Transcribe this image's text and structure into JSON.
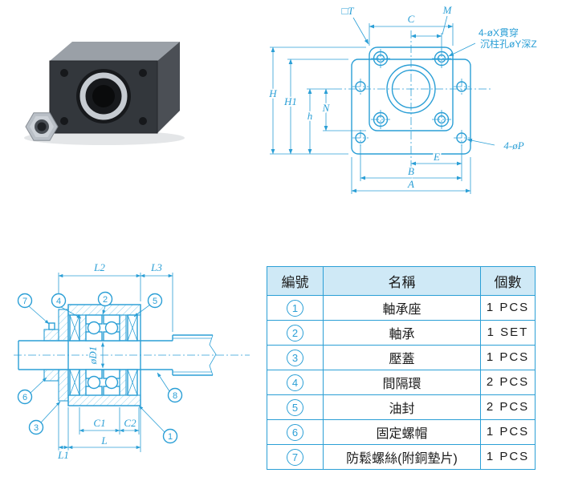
{
  "colors": {
    "drawing_blue": "#2b9fd6",
    "table_header_bg": "#cfe9f6",
    "text_dark": "#1b1b1b"
  },
  "front_view": {
    "dim_C": "C",
    "dim_M": "M",
    "dim_T": "□T",
    "dim_H": "H",
    "dim_H1": "H1",
    "dim_h": "h",
    "dim_N": "N",
    "dim_E": "E",
    "dim_B": "B",
    "dim_A": "A",
    "dim_P": "4-øP",
    "note_line1": "4-øX貫穿",
    "note_line2": "沉柱孔øY深Z"
  },
  "section_view": {
    "dim_L2": "L2",
    "dim_L3": "L3",
    "dim_D1": "øD1",
    "dim_C1": "C1",
    "dim_C2": "C2",
    "dim_L1": "L1",
    "dim_L": "L",
    "callouts": [
      "1",
      "2",
      "3",
      "4",
      "5",
      "6",
      "7",
      "8"
    ]
  },
  "table": {
    "headers": {
      "no": "編號",
      "name": "名稱",
      "qty": "個數"
    },
    "rows": [
      {
        "no": "1",
        "name": "軸承座",
        "qty": "1 PCS"
      },
      {
        "no": "2",
        "name": "軸承",
        "qty": "1 SET"
      },
      {
        "no": "3",
        "name": "壓蓋",
        "qty": "1 PCS"
      },
      {
        "no": "4",
        "name": "間隔環",
        "qty": "2 PCS"
      },
      {
        "no": "5",
        "name": "油封",
        "qty": "2 PCS"
      },
      {
        "no": "6",
        "name": "固定螺帽",
        "qty": "1 PCS"
      },
      {
        "no": "7",
        "name": "防鬆螺絲(附銅墊片)",
        "qty": "1 PCS"
      }
    ]
  }
}
